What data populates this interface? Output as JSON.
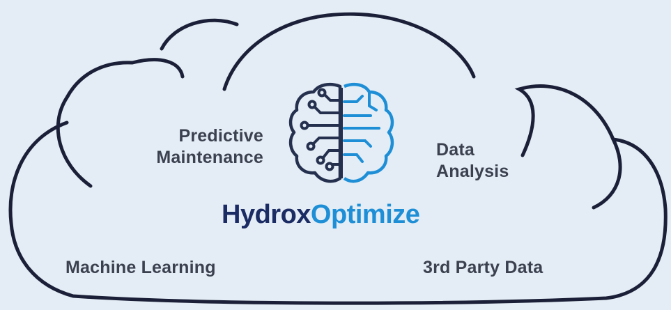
{
  "labels": {
    "predictive_line1": "Predictive",
    "predictive_line2": "Maintenance",
    "data_line1": "Data",
    "data_line2": "Analysis",
    "machine_learning": "Machine Learning",
    "third_party": "3rd Party Data"
  },
  "brand": {
    "part1": "Hydrox",
    "part2": "Optimize"
  },
  "colors": {
    "background": "#e4edf5",
    "outline": "#1b2038",
    "text": "#3c4150",
    "brand_dark": "#1b2b63",
    "brand_blue": "#1e8fd6"
  },
  "icons": {
    "center_icon": "brain-circuit-icon",
    "shape": "cloud-outline"
  }
}
